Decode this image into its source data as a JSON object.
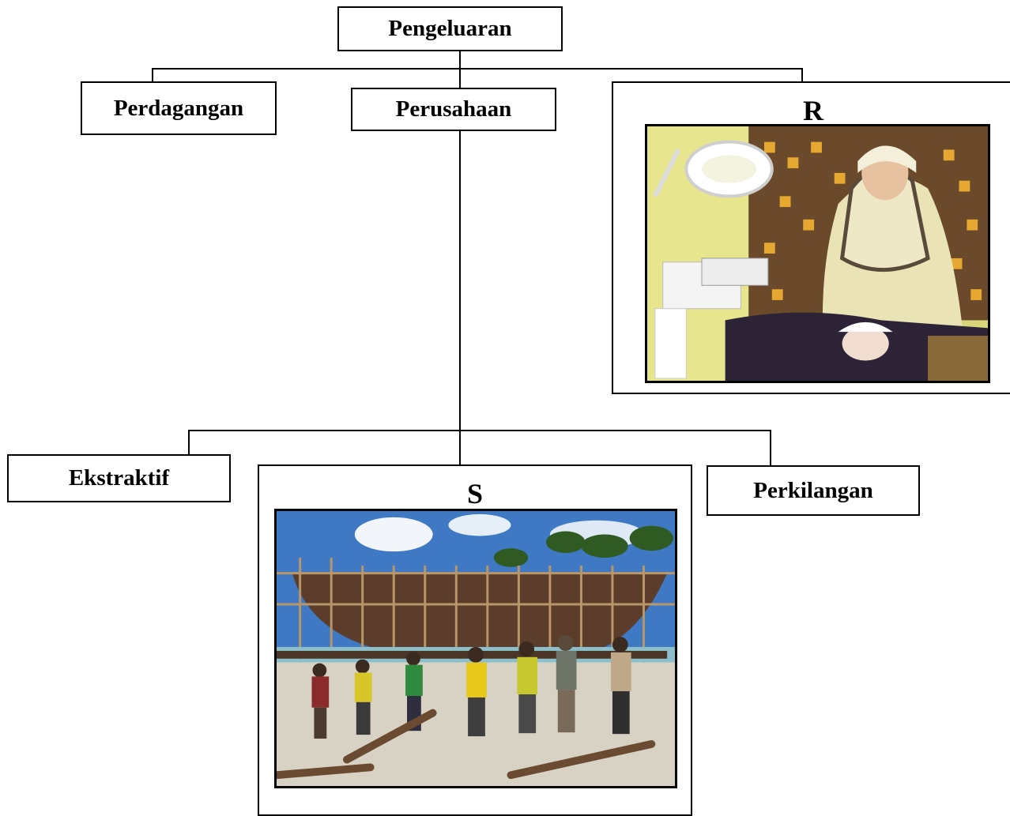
{
  "root": {
    "label": "Pengeluaran"
  },
  "level1": [
    {
      "key": "perdagangan",
      "label": "Perdagangan"
    },
    {
      "key": "perusahaan",
      "label": "Perusahaan"
    },
    {
      "key": "r",
      "label": "R"
    }
  ],
  "level2": [
    {
      "key": "ekstraktif",
      "label": "Ekstraktif"
    },
    {
      "key": "s",
      "label": "S"
    },
    {
      "key": "perkilangan",
      "label": "Perkilangan"
    }
  ],
  "images": {
    "r_photo": "beauty-facial-treatment-photo",
    "s_photo": "boat-building-workers-photo"
  }
}
